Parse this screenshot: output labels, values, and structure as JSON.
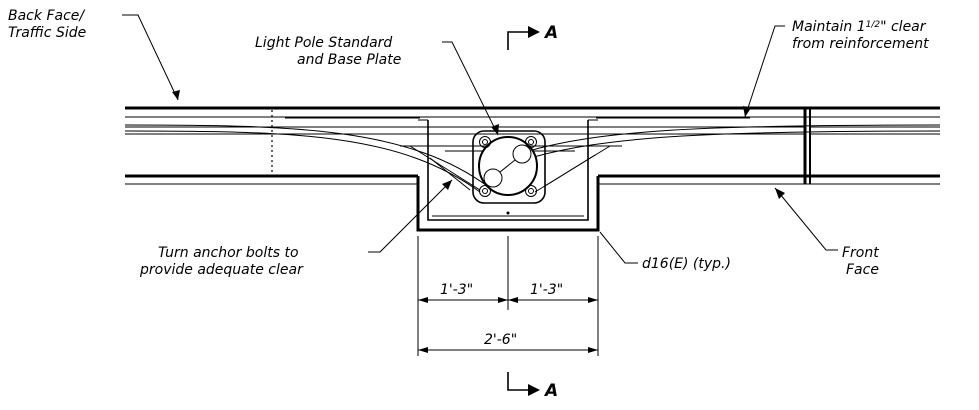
{
  "labels": {
    "back_face_1": "Back Face/",
    "back_face_2": "Traffic Side",
    "light_pole_1": "Light Pole Standard",
    "light_pole_2": "and Base Plate",
    "maintain_1": "Maintain 1",
    "maintain_frac": "1/2",
    "maintain_1b": "\" clear",
    "maintain_2": "from reinforcement",
    "turn_bolts_1": "Turn anchor bolts to",
    "turn_bolts_2": "provide adequate clear",
    "rebar_note": "d16(E) (typ.)",
    "front_face_1": "Front",
    "front_face_2": "Face"
  },
  "dimensions": {
    "left_half": "1'-3\"",
    "right_half": "1'-3\"",
    "total": "2'-6\""
  },
  "section_marks": {
    "top": "A",
    "bottom": "A"
  }
}
